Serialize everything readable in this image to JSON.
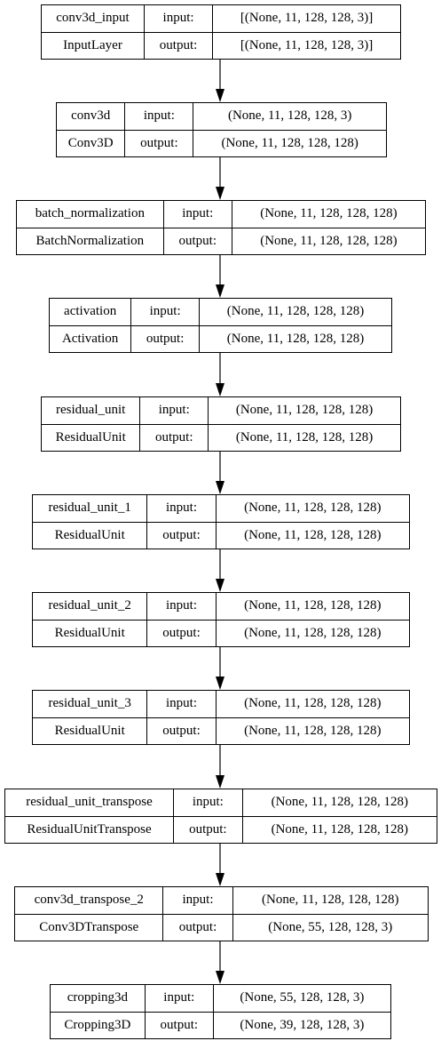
{
  "nodes": [
    {
      "name": "conv3d_input",
      "class": "InputLayer",
      "input_label": "input:",
      "output_label": "output:",
      "input_shape": "[(None, 11, 128, 128, 3)]",
      "output_shape": "[(None, 11, 128, 128, 3)]"
    },
    {
      "name": "conv3d",
      "class": "Conv3D",
      "input_label": "input:",
      "output_label": "output:",
      "input_shape": "(None, 11, 128, 128, 3)",
      "output_shape": "(None, 11, 128, 128, 128)"
    },
    {
      "name": "batch_normalization",
      "class": "BatchNormalization",
      "input_label": "input:",
      "output_label": "output:",
      "input_shape": "(None, 11, 128, 128, 128)",
      "output_shape": "(None, 11, 128, 128, 128)"
    },
    {
      "name": "activation",
      "class": "Activation",
      "input_label": "input:",
      "output_label": "output:",
      "input_shape": "(None, 11, 128, 128, 128)",
      "output_shape": "(None, 11, 128, 128, 128)"
    },
    {
      "name": "residual_unit",
      "class": "ResidualUnit",
      "input_label": "input:",
      "output_label": "output:",
      "input_shape": "(None, 11, 128, 128, 128)",
      "output_shape": "(None, 11, 128, 128, 128)"
    },
    {
      "name": "residual_unit_1",
      "class": "ResidualUnit",
      "input_label": "input:",
      "output_label": "output:",
      "input_shape": "(None, 11, 128, 128, 128)",
      "output_shape": "(None, 11, 128, 128, 128)"
    },
    {
      "name": "residual_unit_2",
      "class": "ResidualUnit",
      "input_label": "input:",
      "output_label": "output:",
      "input_shape": "(None, 11, 128, 128, 128)",
      "output_shape": "(None, 11, 128, 128, 128)"
    },
    {
      "name": "residual_unit_3",
      "class": "ResidualUnit",
      "input_label": "input:",
      "output_label": "output:",
      "input_shape": "(None, 11, 128, 128, 128)",
      "output_shape": "(None, 11, 128, 128, 128)"
    },
    {
      "name": "residual_unit_transpose",
      "class": "ResidualUnitTranspose",
      "input_label": "input:",
      "output_label": "output:",
      "input_shape": "(None, 11, 128, 128, 128)",
      "output_shape": "(None, 11, 128, 128, 128)"
    },
    {
      "name": "conv3d_transpose_2",
      "class": "Conv3DTranspose",
      "input_label": "input:",
      "output_label": "output:",
      "input_shape": "(None, 11, 128, 128, 128)",
      "output_shape": "(None, 55, 128, 128, 3)"
    },
    {
      "name": "cropping3d",
      "class": "Cropping3D",
      "input_label": "input:",
      "output_label": "output:",
      "input_shape": "(None, 55, 128, 128, 3)",
      "output_shape": "(None, 39, 128, 128, 3)"
    }
  ],
  "colors": {
    "line": "#000000",
    "background": "#ffffff"
  }
}
